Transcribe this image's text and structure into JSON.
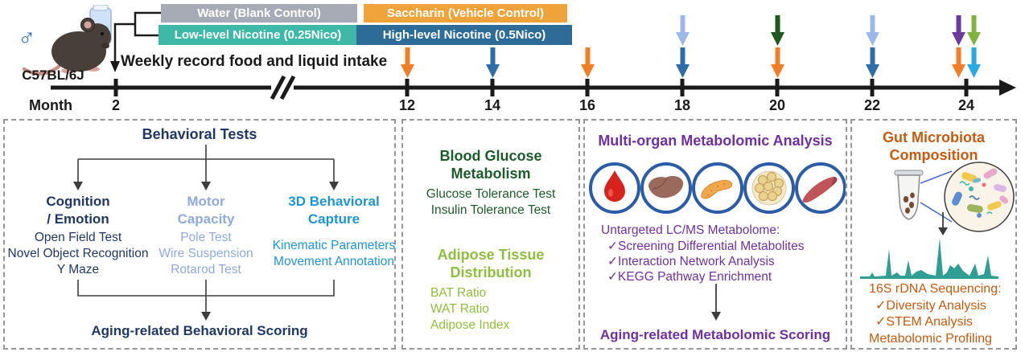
{
  "palette": {
    "navy": "#1F3864",
    "periwinkle": "#8FAADC",
    "brightblue": "#1E94D2",
    "darkgreen": "#1D5C2A",
    "yellowgreen": "#8FBE3F",
    "purple": "#7030A0",
    "rust": "#C55A11",
    "black": "#1A1A1A"
  },
  "subject": {
    "sex_symbol": "♂",
    "sex_color": "#2E74B5",
    "strain": "C57BL/6J"
  },
  "groups": {
    "water": {
      "label": "Water (Blank Control)",
      "color": "#A6ABB5"
    },
    "low_nicotine": {
      "label": "Low-level Nicotine (0.25Nico)",
      "color": "#3EB9A7"
    },
    "saccharin": {
      "label": "Saccharin (Vehicle Control)",
      "color": "#F1A33B"
    },
    "high_nicotine": {
      "label": "High-level Nicotine (0.5Nico)",
      "color": "#2D6C97"
    }
  },
  "timeline": {
    "weekly_note": "Weekly record food and liquid intake",
    "axis_label": "Month",
    "months": [
      "2",
      "12",
      "14",
      "16",
      "18",
      "20",
      "22",
      "24"
    ],
    "arrow_colors": {
      "orange": "#F07E26",
      "steelblue": "#2E6DA8",
      "lightblue": "#9BB9E8",
      "darkgreen": "#20591F",
      "purple": "#6F3A9E",
      "yellowgreen": "#7FB341",
      "cyan": "#29A9E1"
    },
    "markers": [
      {
        "month": "12",
        "columns": [
          [
            "orange"
          ]
        ]
      },
      {
        "month": "14",
        "columns": [
          [
            "steelblue"
          ]
        ]
      },
      {
        "month": "16",
        "columns": [
          [
            "orange"
          ]
        ]
      },
      {
        "month": "18",
        "columns": [
          [
            "lightblue",
            "steelblue"
          ]
        ]
      },
      {
        "month": "20",
        "columns": [
          [
            "darkgreen",
            "orange"
          ]
        ]
      },
      {
        "month": "22",
        "columns": [
          [
            "lightblue",
            "steelblue"
          ]
        ]
      },
      {
        "month": "24",
        "columns": [
          [
            "purple",
            "orange"
          ],
          [
            "yellowgreen",
            "cyan"
          ]
        ]
      }
    ]
  },
  "panels": {
    "behavioral": {
      "title": "Behavioral Tests",
      "columns": [
        {
          "header": [
            "Cognition",
            "/ Emotion"
          ],
          "color": "navy",
          "items": [
            "Open Field Test",
            "Novel Object Recognition",
            "Y Maze"
          ]
        },
        {
          "header": [
            "Motor",
            "Capacity"
          ],
          "color": "periwinkle",
          "items": [
            "Pole Test",
            "Wire Suspension",
            "Rotarod Test"
          ]
        },
        {
          "header": [
            "3D Behavioral",
            "Capture"
          ],
          "color": "brightblue",
          "items": [
            "Kinematic Parameters",
            "Movement Annotation"
          ]
        }
      ],
      "footer": "Aging-related Behavioral Scoring"
    },
    "metabolism": {
      "glucose": {
        "title": [
          "Blood Glucose",
          "Metabolism"
        ],
        "items": [
          "Glucose Tolerance Test",
          "Insulin Tolerance Test"
        ]
      },
      "adipose": {
        "title": [
          "Adipose Tissue",
          "Distribution"
        ],
        "items": [
          "BAT Ratio",
          "WAT Ratio",
          "Adipose Index"
        ]
      }
    },
    "multiorgan": {
      "title": "Multi-organ Metabolomic Analysis",
      "organs": [
        "blood",
        "liver",
        "pancreas",
        "adipose-tissue",
        "muscle"
      ],
      "lead": "Untargeted LC/MS Metabolome:",
      "items": [
        "✓Screening Differential Metabolites",
        "✓Interaction Network Analysis",
        "✓KEGG Pathway Enrichment"
      ],
      "footer": "Aging-related Metabolomic Scoring"
    },
    "microbiota": {
      "title": [
        "Gut Microbiota",
        "Composition"
      ],
      "lead": "16S rDNA Sequencing:",
      "items": [
        "✓Diversity Analysis",
        "✓STEM Analysis"
      ],
      "footer": "Metabolomic Profiling"
    }
  }
}
